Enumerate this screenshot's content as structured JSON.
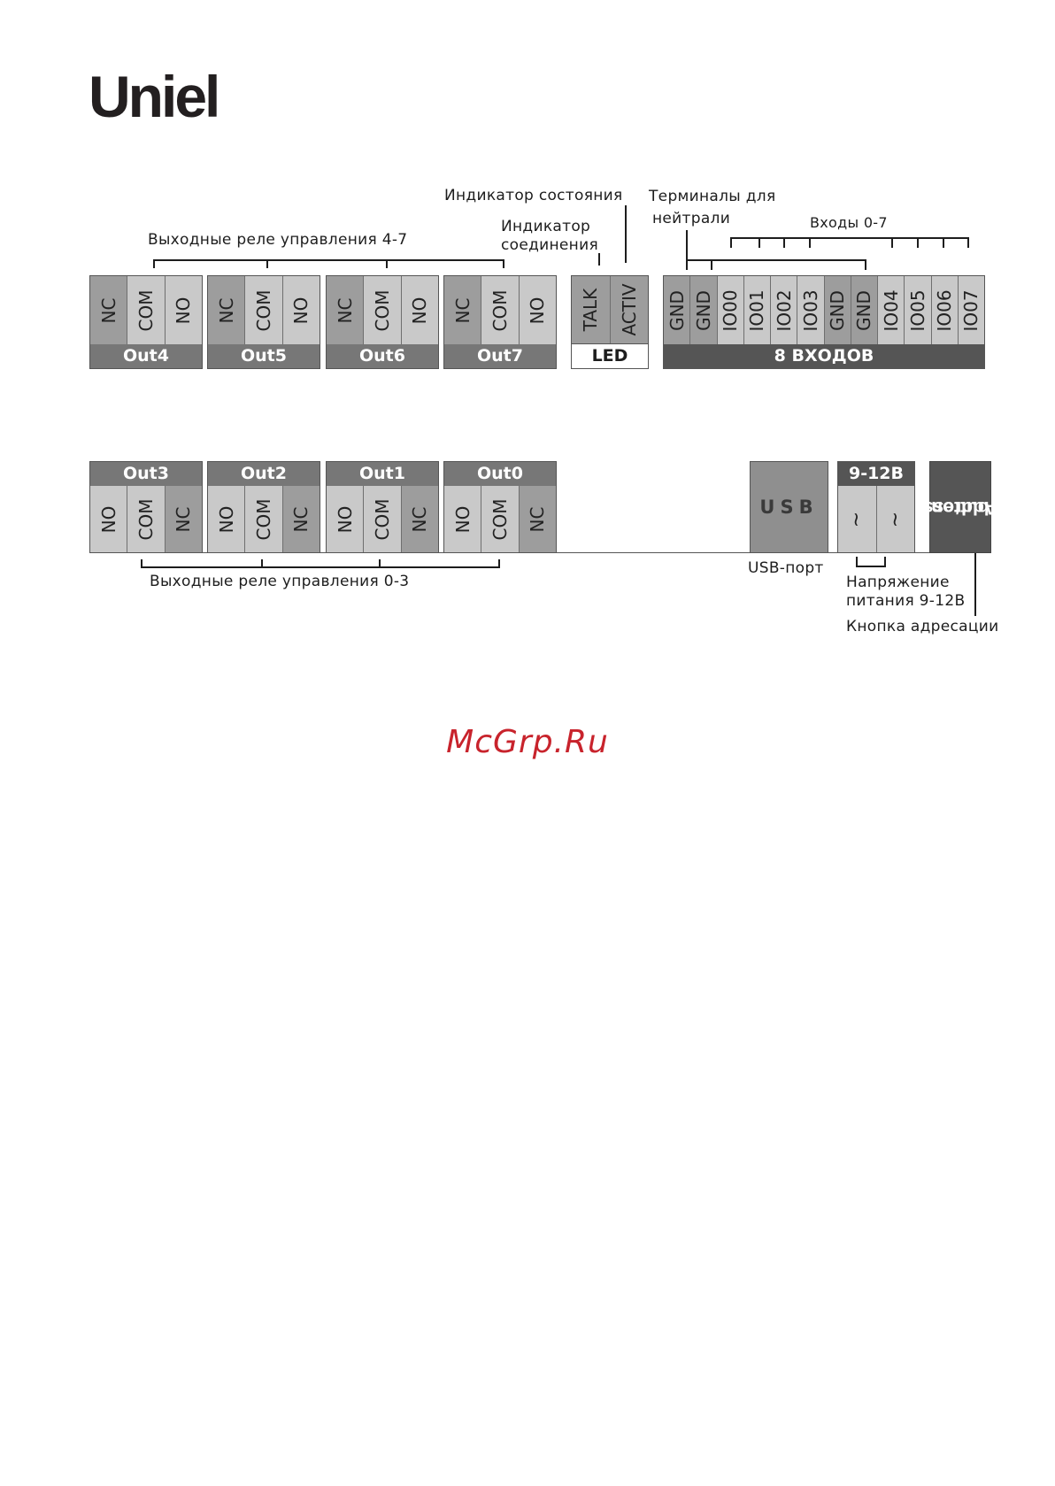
{
  "brand": {
    "logo_text": "Uniel"
  },
  "top_row": {
    "relay_groups": [
      {
        "name": "Out4",
        "terminals": [
          "NC",
          "COM",
          "NO"
        ]
      },
      {
        "name": "Out5",
        "terminals": [
          "NC",
          "COM",
          "NO"
        ]
      },
      {
        "name": "Out6",
        "terminals": [
          "NC",
          "COM",
          "NO"
        ]
      },
      {
        "name": "Out7",
        "terminals": [
          "NC",
          "COM",
          "NO"
        ]
      }
    ],
    "led": {
      "name": "LED",
      "terminals": [
        "TALK",
        "ACTIV"
      ]
    },
    "inputs": {
      "name": "8 ВХОДОВ",
      "terminals": [
        "GND",
        "GND",
        "IO00",
        "IO01",
        "IO02",
        "IO03",
        "GND",
        "GND",
        "IO04",
        "IO05",
        "IO06",
        "IO07"
      ]
    }
  },
  "bottom_row": {
    "relay_groups": [
      {
        "name": "Out3",
        "terminals": [
          "NO",
          "COM",
          "NC"
        ]
      },
      {
        "name": "Out2",
        "terminals": [
          "NO",
          "COM",
          "NC"
        ]
      },
      {
        "name": "Out1",
        "terminals": [
          "NO",
          "COM",
          "NC"
        ]
      },
      {
        "name": "Out0",
        "terminals": [
          "NO",
          "COM",
          "NC"
        ]
      }
    ],
    "usb_label": "USB",
    "power": {
      "name": "9-12В",
      "terminals": [
        "~",
        "~"
      ]
    },
    "address_button": {
      "line1": "Address",
      "line2": "button"
    }
  },
  "annotations": {
    "relays_4_7": "Выходные реле управления 4-7",
    "status_indicator": "Индикатор состояния",
    "connection_indicator_l1": "Индикатор",
    "connection_indicator_l2": "соединения",
    "neutral_terminals_l1": "Терминалы для",
    "neutral_terminals_l2": "нейтрали",
    "inputs_0_7": "Входы 0-7",
    "relays_0_3": "Выходные реле управления 0-3",
    "usb_port": "USB-порт",
    "supply_l1": "Напряжение",
    "supply_l2": "питания 9-12В",
    "address_btn": "Кнопка адресации"
  },
  "watermark": "McGrp.Ru",
  "colors": {
    "terminal_light": "#c9c9c9",
    "terminal_dark": "#9d9d9d",
    "label_bar": "#777777",
    "label_bar_dark": "#555555",
    "watermark": "#c8232c"
  }
}
